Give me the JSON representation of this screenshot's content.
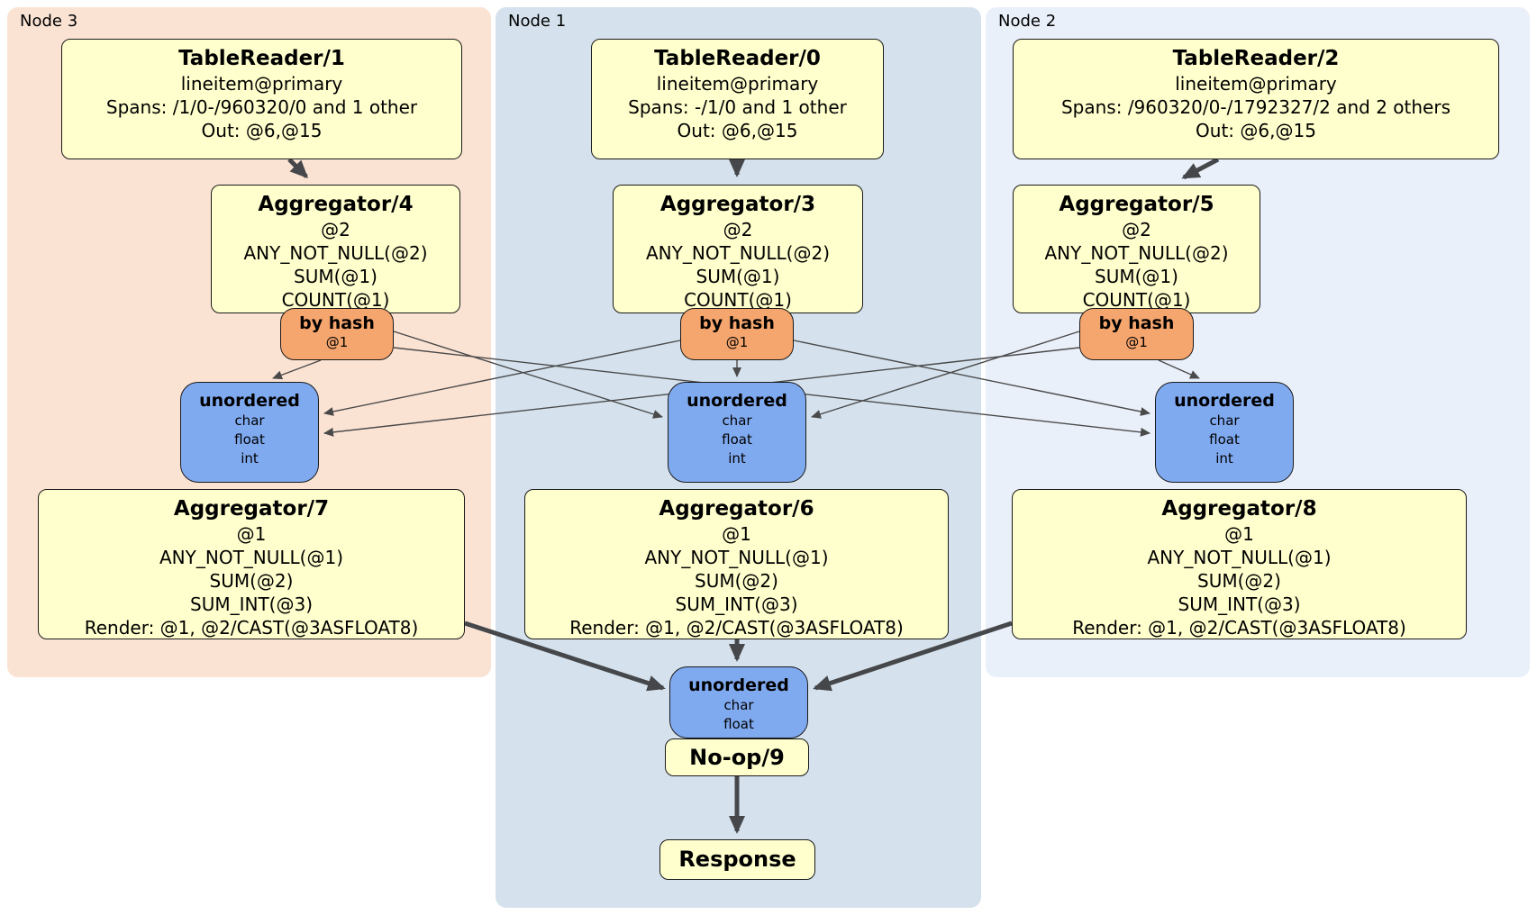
{
  "colors": {
    "panel-node3": "#fbe3d4",
    "panel-node1": "#d5e2ed",
    "panel-node2": "#eaf0fa",
    "box-yellow": "#ffffcd",
    "router-orange": "#f5a56e",
    "sync-blue": "#80aaf0",
    "edge": "#4a4a4a",
    "border": "#1a1a1a"
  },
  "nodes": {
    "node3": {
      "label": "Node 3",
      "table_reader": {
        "title": "TableReader/1",
        "lines": [
          "lineitem@primary",
          "Spans: /1/0-/960320/0 and 1 other",
          "Out: @6,@15"
        ]
      },
      "aggregator_top": {
        "title": "Aggregator/4",
        "lines": [
          "@2",
          "ANY_NOT_NULL(@2)",
          "SUM(@1)",
          "COUNT(@1)"
        ]
      },
      "router": {
        "title": "by hash",
        "lines": [
          "@1"
        ]
      },
      "sync": {
        "title": "unordered",
        "lines": [
          "char",
          "float",
          "int"
        ]
      },
      "aggregator_bottom": {
        "title": "Aggregator/7",
        "lines": [
          "@1",
          "ANY_NOT_NULL(@1)",
          "SUM(@2)",
          "SUM_INT(@3)",
          "Render: @1, @2/CAST(@3ASFLOAT8)"
        ]
      }
    },
    "node1": {
      "label": "Node 1",
      "table_reader": {
        "title": "TableReader/0",
        "lines": [
          "lineitem@primary",
          "Spans: -/1/0 and 1 other",
          "Out: @6,@15"
        ]
      },
      "aggregator_top": {
        "title": "Aggregator/3",
        "lines": [
          "@2",
          "ANY_NOT_NULL(@2)",
          "SUM(@1)",
          "COUNT(@1)"
        ]
      },
      "router": {
        "title": "by hash",
        "lines": [
          "@1"
        ]
      },
      "sync": {
        "title": "unordered",
        "lines": [
          "char",
          "float",
          "int"
        ]
      },
      "aggregator_bottom": {
        "title": "Aggregator/6",
        "lines": [
          "@1",
          "ANY_NOT_NULL(@1)",
          "SUM(@2)",
          "SUM_INT(@3)",
          "Render: @1, @2/CAST(@3ASFLOAT8)"
        ]
      }
    },
    "node2": {
      "label": "Node 2",
      "table_reader": {
        "title": "TableReader/2",
        "lines": [
          "lineitem@primary",
          "Spans: /960320/0-/1792327/2 and 2 others",
          "Out: @6,@15"
        ]
      },
      "aggregator_top": {
        "title": "Aggregator/5",
        "lines": [
          "@2",
          "ANY_NOT_NULL(@2)",
          "SUM(@1)",
          "COUNT(@1)"
        ]
      },
      "router": {
        "title": "by hash",
        "lines": [
          "@1"
        ]
      },
      "sync": {
        "title": "unordered",
        "lines": [
          "char",
          "float",
          "int"
        ]
      },
      "aggregator_bottom": {
        "title": "Aggregator/8",
        "lines": [
          "@1",
          "ANY_NOT_NULL(@1)",
          "SUM(@2)",
          "SUM_INT(@3)",
          "Render: @1, @2/CAST(@3ASFLOAT8)"
        ]
      }
    }
  },
  "final": {
    "sync": {
      "title": "unordered",
      "lines": [
        "char",
        "float"
      ]
    },
    "noop": {
      "title": "No-op/9"
    },
    "response": {
      "title": "Response"
    }
  }
}
